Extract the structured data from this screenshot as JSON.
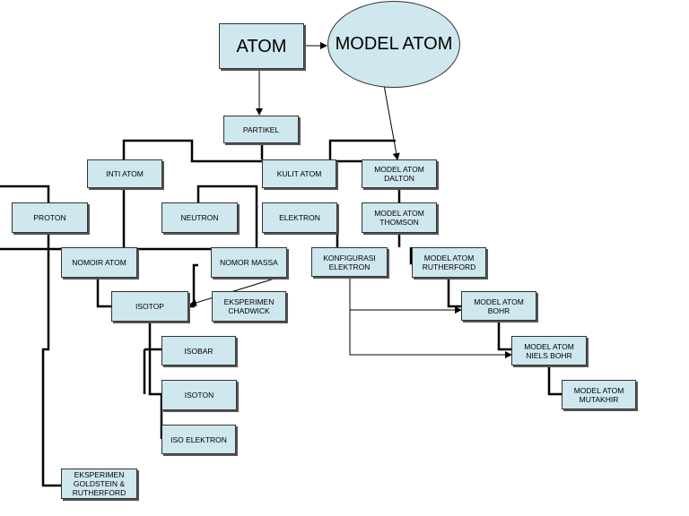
{
  "nodes": {
    "atom": "ATOM",
    "model_atom": "MODEL ATOM",
    "partikel": "PARTIKEL",
    "inti_atom": "INTI ATOM",
    "kulit_atom": "KULIT ATOM",
    "model_dalton": "MODEL ATOM\nDALTON",
    "proton": "PROTON",
    "neutron": "NEUTRON",
    "elektron": "ELEKTRON",
    "model_thomson": "MODEL ATOM\nTHOMSON",
    "nomoir_atom": "NOMOIR ATOM",
    "nomor_massa": "NOMOR MASSA",
    "konfigurasi": "KONFIGURASI\nELEKTRON",
    "model_rutherford": "MODEL ATOM\nRUTHERFORD",
    "isotop": "ISOTOP",
    "eksperimen_chadwick": "EKSPERIMEN\nCHADWICK",
    "model_bohr": "MODEL ATOM\nBOHR",
    "isobar": "ISOBAR",
    "model_niels_bohr": "MODEL ATOM\nNIELS BOHR",
    "isoton": "ISOTON",
    "model_mutakhir": "MODEL ATOM\nMUTAKHIR",
    "iso_elektron": "ISO ELEKTRON",
    "eksperimen_goldstein": "EKSPERIMEN\nGOLDSTEIN &\nRUTHERFORD"
  }
}
